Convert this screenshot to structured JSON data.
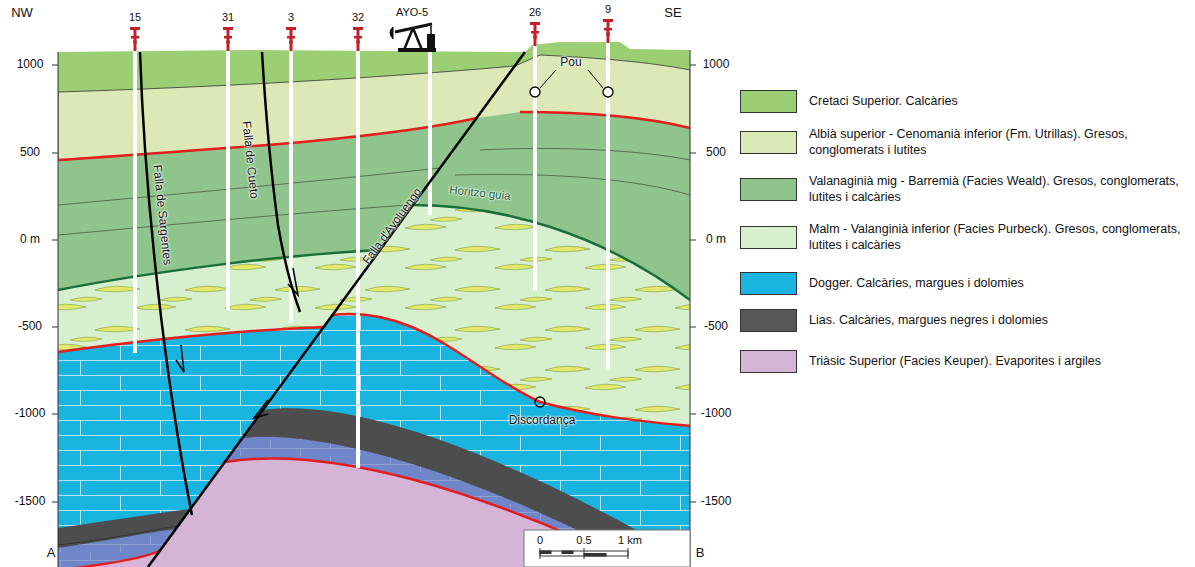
{
  "diagram": {
    "labels": [
      "NW",
      "SE",
      "15",
      "31",
      "3",
      "32",
      "AYO-5",
      "26",
      "9",
      "1000",
      "500",
      "0 m",
      "-500",
      "-1000",
      "-1500",
      "1000",
      "500",
      "0 m",
      "-500",
      "-1000",
      "-1500",
      "Falla de Sargentes",
      "Falla de Cueto",
      "Falla d'Ayoluengo",
      "Horitzó guia",
      "Pou",
      "Discordança",
      "A",
      "B",
      "0",
      "0.5",
      "1 km"
    ],
    "legend": [
      {
        "text": "Cretaci Superior. Calcàries",
        "color": "#9ccf74"
      },
      {
        "text": "Albià superior - Cenomanià inferior (Fm. Utrillas). Gresos, conglomerats i lutites",
        "color": "#dce8b6"
      },
      {
        "text": "Valanaginià mig - Barremià (Facies Weald). Gresos, conglomerats, lutites i calcàries",
        "color": "#8fc58c"
      },
      {
        "text": "Malm - Valanginià inferior (Facies Purbeck). Gresos, conglomerats, lutites i calcàries",
        "color": "#d6efcd"
      },
      {
        "text": "Dogger. Calcàries, margues i dolomies",
        "color": "#19b4e0"
      },
      {
        "text": "Lias. Calcàries, margues negres i dolomies",
        "color": "#575757"
      },
      {
        "text": "Triàsic Superior (Facies Keuper). Evaporites i argiles",
        "color": "#d6b4d6"
      }
    ]
  }
}
